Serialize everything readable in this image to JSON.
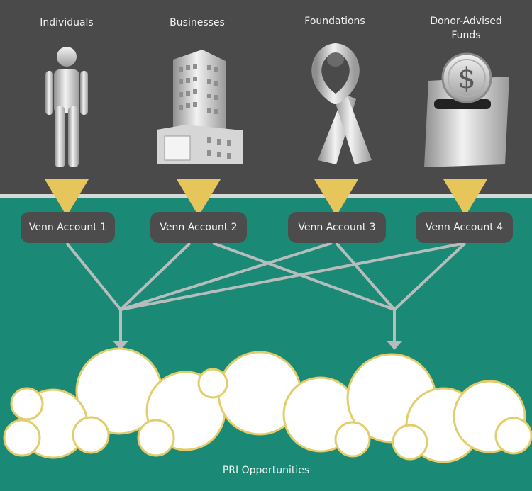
{
  "sources": [
    {
      "label": "Individuals",
      "icon": "person-icon"
    },
    {
      "label": "Businesses",
      "icon": "building-icon"
    },
    {
      "label": "Foundations",
      "icon": "ribbon-icon"
    },
    {
      "label": "Donor-Advised Funds",
      "icon": "donation-box-icon"
    }
  ],
  "accounts": [
    "Venn Account 1",
    "Venn Account 2",
    "Venn Account 3",
    "Venn Account 4"
  ],
  "footer": {
    "label": "PRI Opportunities"
  },
  "colors": {
    "top_bg": "#4a4a4b",
    "bottom_bg": "#1a8a76",
    "arrow": "#e6c65a",
    "account_bg": "#4c4c4d",
    "connector": "#b7bcbc",
    "cloud_stroke": "#e3cc6a"
  }
}
